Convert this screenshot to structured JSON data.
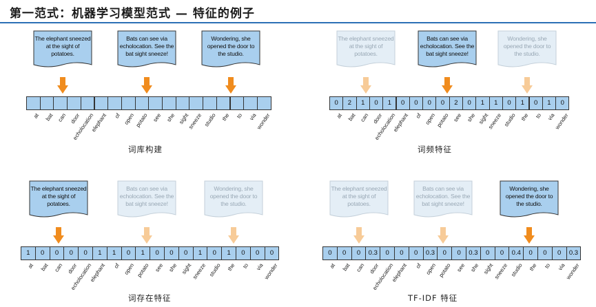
{
  "title": "第一范式：机器学习模型范式 — 特征的例子",
  "colors": {
    "rule": "#2b6fb5",
    "cell": "#a9cfee",
    "doc_active": "#a9cfee",
    "doc_inactive": "#e4eef6",
    "arrow_active": "#f08c1e",
    "arrow_inactive": "#f7cb98"
  },
  "documents": [
    {
      "text": "The elephant sneezed at the sight of potatoes."
    },
    {
      "text": "Bats can see via echolocation. See the bat sight sneeze!"
    },
    {
      "text": "Wondering, she opened the door to the studio."
    }
  ],
  "vocabulary": [
    "at",
    "bat",
    "can",
    "door",
    "echolocation",
    "elephant",
    "of",
    "open",
    "potato",
    "see",
    "she",
    "sight",
    "sneeze",
    "studio",
    "the",
    "to",
    "via",
    "wonder"
  ],
  "panels": [
    {
      "caption": "词库构建",
      "highlight": "all",
      "values": [
        "",
        "",
        "",
        "",
        "",
        "",
        "",
        "",
        "",
        "",
        "",
        "",
        "",
        "",
        "",
        "",
        "",
        ""
      ]
    },
    {
      "caption": "词频特征",
      "highlight": 1,
      "values": [
        "0",
        "2",
        "1",
        "0",
        "1",
        "0",
        "0",
        "0",
        "0",
        "2",
        "0",
        "1",
        "1",
        "0",
        "1",
        "0",
        "1",
        "0"
      ]
    },
    {
      "caption": "词存在特征",
      "highlight": 0,
      "values": [
        "1",
        "0",
        "0",
        "0",
        "0",
        "1",
        "1",
        "0",
        "1",
        "0",
        "0",
        "0",
        "1",
        "0",
        "1",
        "0",
        "0",
        "0"
      ]
    },
    {
      "caption": "TF-IDF 特征",
      "highlight": 2,
      "values": [
        "0",
        "0",
        "0",
        "0.3",
        "0",
        "0",
        "0",
        "0.3",
        "0",
        "0",
        "0.3",
        "0",
        "0",
        "0.4",
        "0",
        "0",
        "0",
        "0.3"
      ]
    }
  ]
}
